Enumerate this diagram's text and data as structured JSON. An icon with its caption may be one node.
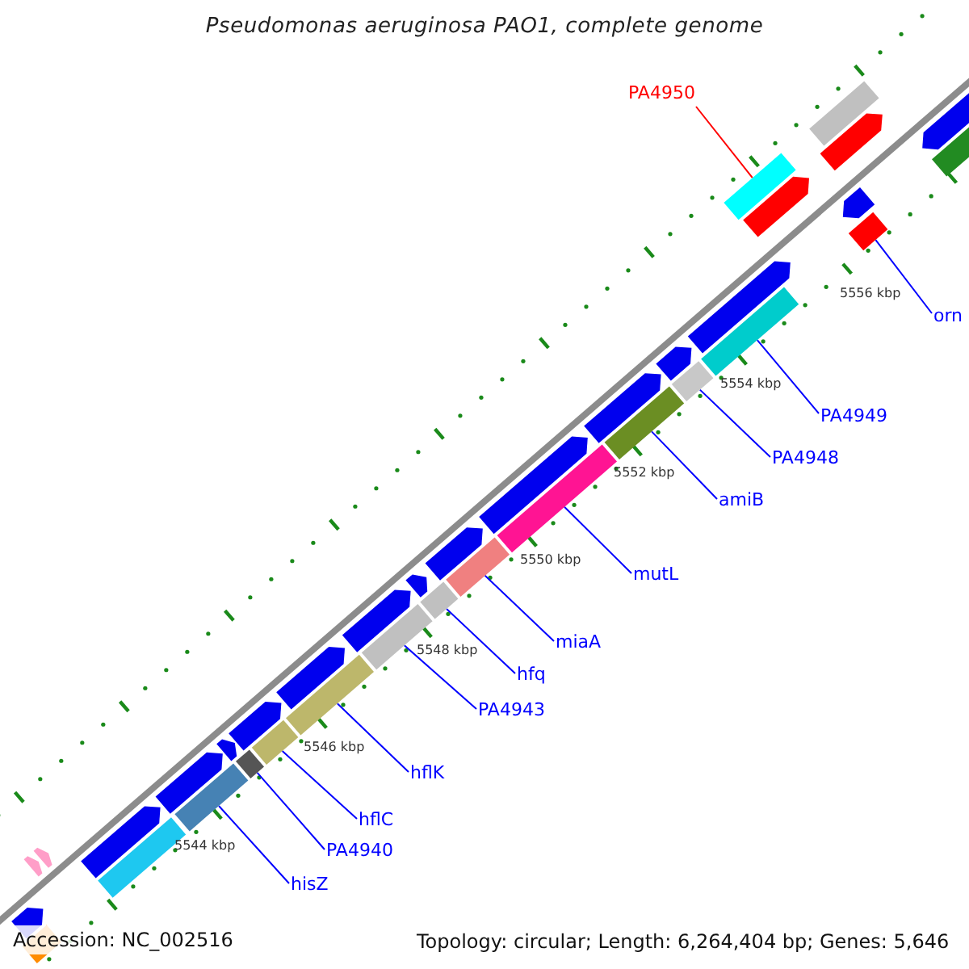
{
  "diagram": {
    "title": "Pseudomonas aeruginosa PAO1, complete genome",
    "nodes": [
      {
        "text": [
          "PA4950"
        ]
      },
      {
        "text": [
          "orn"
        ]
      },
      {
        "text": [
          "PA4949"
        ]
      },
      {
        "text": [
          "PA4948"
        ]
      },
      {
        "text": [
          "amiB"
        ]
      },
      {
        "text": [
          "mutL"
        ]
      },
      {
        "text": [
          "miaA"
        ]
      },
      {
        "text": [
          "hfq"
        ]
      },
      {
        "text": [
          "PA4943"
        ]
      },
      {
        "text": [
          "hflK"
        ]
      },
      {
        "text": [
          "hflC"
        ]
      },
      {
        "text": [
          "PA4940"
        ]
      },
      {
        "text": [
          "hisZ"
        ]
      },
      {
        "text": [],
        "shape": "bar"
      },
      {
        "text": [],
        "shape": "pentagon"
      },
      {
        "text": [],
        "shape": "pentagon"
      },
      {
        "text": [],
        "shape": "pentagon"
      },
      {
        "text": [],
        "shape": "pentagon"
      },
      {
        "text": [],
        "shape": "bar"
      },
      {
        "text": [],
        "shape": "pentagon"
      },
      {
        "text": [],
        "shape": "bar"
      },
      {
        "text": [],
        "shape": "pentagon"
      },
      {
        "text": [],
        "shape": "bar"
      },
      {
        "text": [],
        "shape": "pentagon"
      },
      {
        "text": [],
        "shape": "bar"
      },
      {
        "text": [],
        "shape": "bar"
      },
      {
        "text": [],
        "shape": "pentagon"
      },
      {
        "text": [],
        "shape": "pentagon"
      },
      {
        "text": [],
        "shape": "bar"
      },
      {
        "text": [],
        "shape": "bar"
      },
      {
        "text": [],
        "shape": "pentagon"
      },
      {
        "text": [],
        "shape": "pentagon"
      },
      {
        "text": [],
        "shape": "bar"
      },
      {
        "text": [],
        "shape": "pentagon"
      },
      {
        "text": [],
        "shape": "bar"
      },
      {
        "text": [],
        "shape": "pentagon"
      },
      {
        "text": [],
        "shape": "bar"
      },
      {
        "text": [],
        "shape": "pentagon"
      },
      {
        "text": [],
        "shape": "bar"
      },
      {
        "text": [],
        "shape": "bar"
      },
      {
        "text": [],
        "shape": "pentagon"
      },
      {
        "text": [],
        "shape": "bar"
      },
      {
        "text": [],
        "shape": "pentagon"
      },
      {
        "text": [],
        "shape": "bar"
      },
      {
        "text": [],
        "shape": "pentagon"
      },
      {
        "text": [],
        "shape": "pentagon"
      },
      {
        "text": [],
        "shape": "bar"
      },
      {
        "text": [],
        "shape": "pentagon"
      },
      {
        "text": [],
        "shape": "bar"
      }
    ],
    "edges": [
      {
        "from": 0,
        "to": 41,
        "arrow": "none",
        "color": "#ff0000"
      },
      {
        "from": 1,
        "to": 43,
        "arrow": "none"
      },
      {
        "from": 2,
        "to": 39,
        "arrow": "none"
      },
      {
        "from": 3,
        "to": 38,
        "arrow": "none"
      },
      {
        "from": 4,
        "to": 36,
        "arrow": "none"
      },
      {
        "from": 5,
        "to": 34,
        "arrow": "none"
      },
      {
        "from": 6,
        "to": 32,
        "arrow": "none"
      },
      {
        "from": 7,
        "to": 29,
        "arrow": "none"
      },
      {
        "from": 8,
        "to": 28,
        "arrow": "none"
      },
      {
        "from": 9,
        "to": 25,
        "arrow": "none"
      },
      {
        "from": 10,
        "to": 24,
        "arrow": "none"
      },
      {
        "from": 11,
        "to": 22,
        "arrow": "none"
      },
      {
        "from": 12,
        "to": 20,
        "arrow": "none"
      }
    ],
    "labels": [
      "5556 kbp",
      "5554 kbp",
      "5552 kbp",
      "5550 kbp",
      "5548 kbp",
      "5546 kbp",
      "5544 kbp",
      "Accession: NC_002516",
      "Topology: circular; Length: 6,264,404 bp; Genes: 5,646"
    ]
  }
}
